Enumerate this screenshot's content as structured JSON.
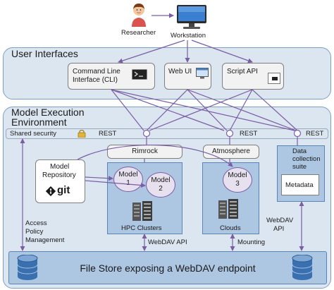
{
  "top": {
    "researcher_label": "Researcher",
    "workstation_label": "Workstation"
  },
  "ui_section": {
    "title": "User Interfaces",
    "cli": {
      "line1": "Command Line",
      "line2": "Interface (CLI)"
    },
    "webui": "Web UI",
    "scriptapi": "Script API"
  },
  "mee_section": {
    "title_line1": "Model Execution",
    "title_line2": "Environment",
    "shared_security": "Shared security",
    "rest1": "REST",
    "rest2": "REST",
    "rest3": "REST",
    "rimrock": "Rimrock",
    "atmosphere": "Atmosphere",
    "data_collection": {
      "line1": "Data",
      "line2": "collection",
      "line3": "suite"
    },
    "metadata": "Metadata",
    "model_repo": {
      "line1": "Model",
      "line2": "Repository",
      "git": "git"
    },
    "model1": {
      "line1": "Model",
      "line2": "1"
    },
    "model2": {
      "line1": "Model",
      "line2": "2"
    },
    "model3": {
      "line1": "Model",
      "line2": "3"
    },
    "hpc_clusters": "HPC Clusters",
    "clouds": "Clouds",
    "access_policy": {
      "line1": "Access",
      "line2": "Policy",
      "line3": "Management"
    },
    "webdav_api_1": "WebDAV API",
    "mounting": "Mounting",
    "webdav_api_2": {
      "line1": "WebDAV",
      "line2": "API"
    },
    "file_store": "File Store exposing a WebDAV endpoint"
  },
  "colors": {
    "panel_bg": "#dce6f1",
    "panel_border": "#7f9fc2",
    "blue_box": "#adc6e2",
    "arrow": "#7a5ea3"
  }
}
